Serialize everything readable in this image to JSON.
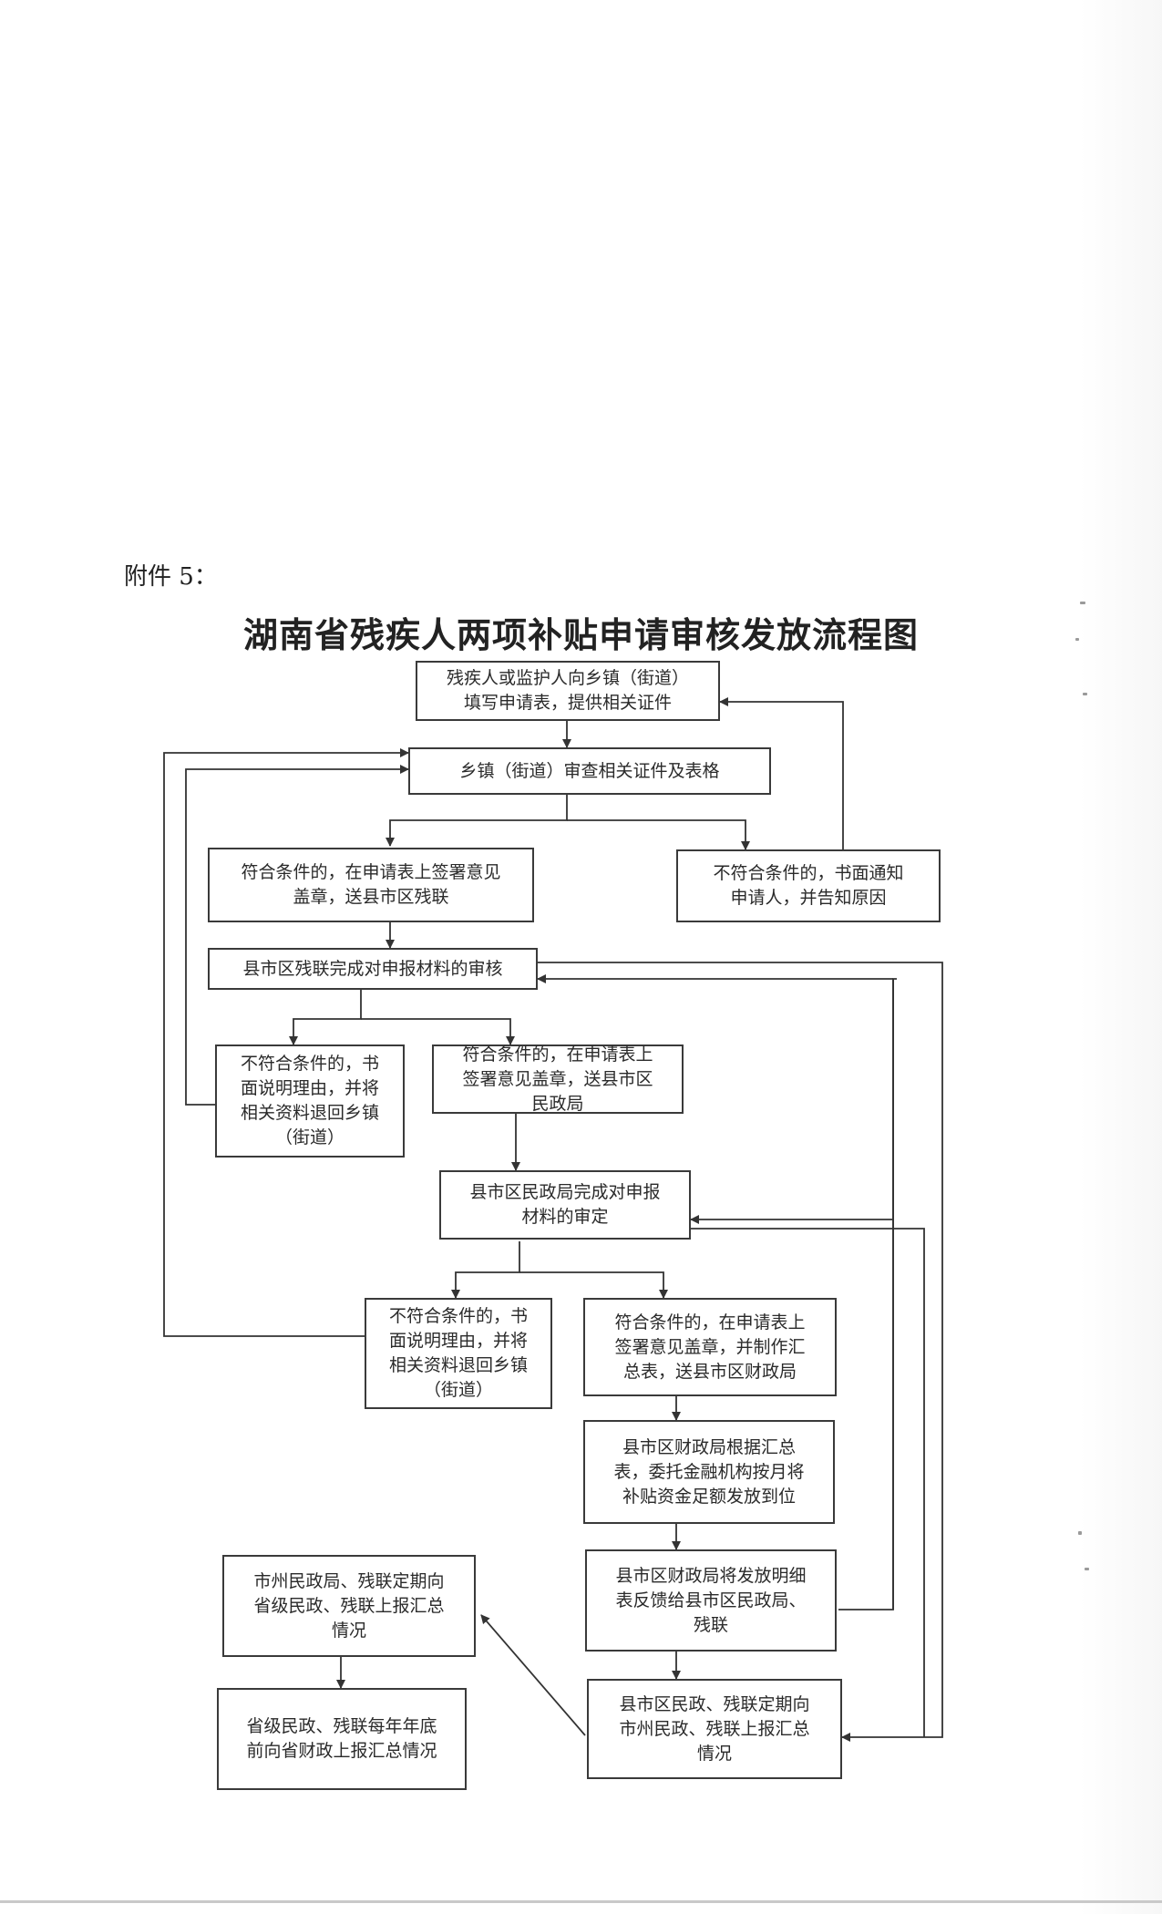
{
  "document": {
    "attachment_label": "附件 5：",
    "title": "湖南省残疾人两项补贴申请审核发放流程图"
  },
  "flowchart": {
    "nodes": {
      "apply": "残疾人或监护人向乡镇（街道）\n填写申请表，提供相关证件",
      "township_review": "乡镇（街道）审查相关证件及表格",
      "township_approve": "符合条件的，在申请表上签署意见\n盖章，送县市区残联",
      "township_reject": "不符合条件的，书面通知\n申请人，并告知原因",
      "dpf_review": "县市区残联完成对申报材料的审核",
      "dpf_reject": "不符合条件的，书\n面说明理由，并将\n相关资料退回乡镇\n（街道）",
      "dpf_approve": "符合条件的，在申请表上\n签署意见盖章，送县市区\n民政局",
      "civil_review": "县市区民政局完成对申报\n材料的审定",
      "civil_reject": "不符合条件的，书\n面说明理由，并将\n相关资料退回乡镇\n（街道）",
      "civil_approve": "符合条件的，在申请表上\n签署意见盖章，并制作汇\n总表，送县市区财政局",
      "finance_disburse": "县市区财政局根据汇总\n表，委托金融机构按月将\n补贴资金足额发放到位",
      "finance_feedback": "县市区财政局将发放明细\n表反馈给县市区民政局、\n残联",
      "county_report": "县市区民政、残联定期向\n市州民政、残联上报汇总\n情况",
      "city_report": "市州民政局、残联定期向\n省级民政、残联上报汇总\n情况",
      "province_report": "省级民政、残联每年年底\n前向省财政上报汇总情况"
    }
  }
}
